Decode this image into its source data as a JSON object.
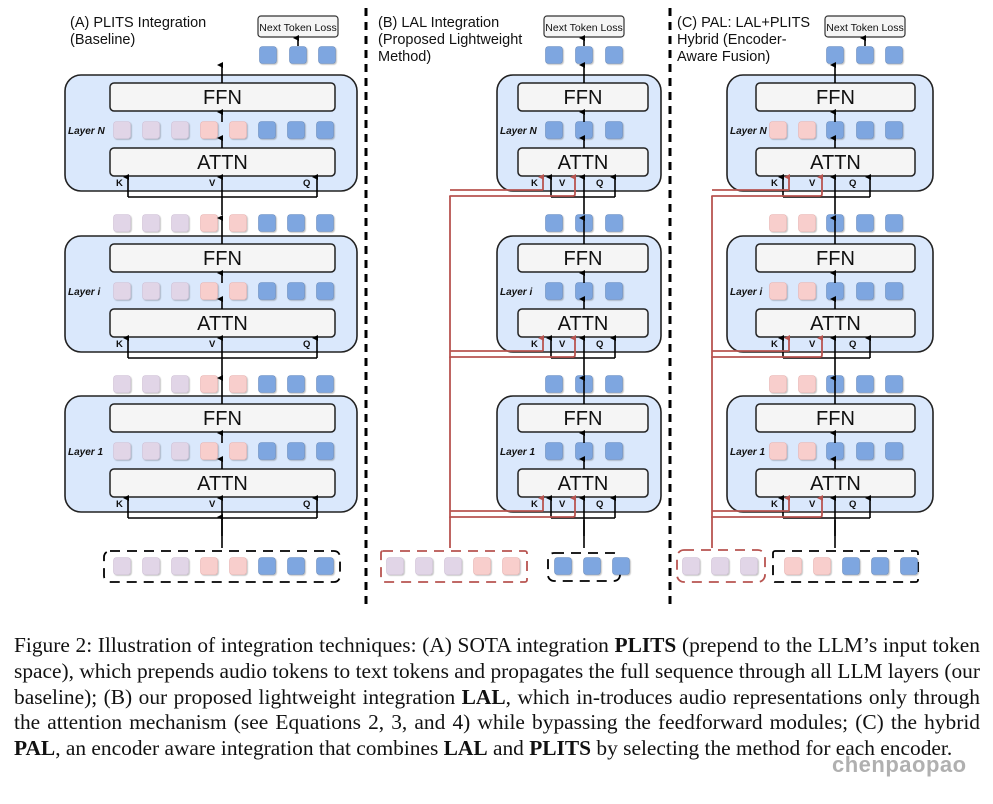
{
  "figure": {
    "panels": [
      {
        "id": "A",
        "title_lines": [
          "(A) PLITS Integration",
          "(Baseline)"
        ],
        "loss_label": "Next Token Loss",
        "layers": [
          "Layer N",
          "Layer i",
          "Layer 1"
        ],
        "layer_tokens": [
          "audio1",
          "audio1",
          "audio1",
          "audio2",
          "audio2",
          "text",
          "text",
          "text"
        ],
        "between_tokens": [
          "audio1",
          "audio1",
          "audio1",
          "audio2",
          "audio2",
          "text",
          "text",
          "text"
        ],
        "output_tokens": [
          "text",
          "text",
          "text"
        ],
        "input_groups": [
          {
            "style": "black-dashed",
            "tokens": [
              "audio1",
              "audio1",
              "audio1",
              "audio2",
              "audio2",
              "text",
              "text",
              "text"
            ]
          }
        ],
        "mode": "plits"
      },
      {
        "id": "B",
        "title_lines": [
          "(B) LAL Integration",
          "(Proposed Lightweight",
          "Method)"
        ],
        "loss_label": "Next Token Loss",
        "layers": [
          "Layer N",
          "Layer i",
          "Layer 1"
        ],
        "layer_tokens": [
          "text",
          "text",
          "text"
        ],
        "between_tokens": [
          "text",
          "text",
          "text"
        ],
        "output_tokens": [
          "text",
          "text",
          "text"
        ],
        "input_groups": [
          {
            "style": "red-dashed",
            "tokens": [
              "audio1",
              "audio1",
              "audio1",
              "audio2",
              "audio2"
            ]
          },
          {
            "style": "black-dashed",
            "tokens": [
              "text",
              "text",
              "text"
            ]
          }
        ],
        "mode": "lal"
      },
      {
        "id": "C",
        "title_lines": [
          "(C) PAL: LAL+PLITS",
          "Hybrid  (Encoder-",
          "Aware Fusion)"
        ],
        "loss_label": "Next Token Loss",
        "layers": [
          "Layer N",
          "Layer i",
          "Layer 1"
        ],
        "layer_tokens": [
          "audio2",
          "audio2",
          "text",
          "text",
          "text"
        ],
        "between_tokens": [
          "audio2",
          "audio2",
          "text",
          "text",
          "text"
        ],
        "output_tokens": [
          "text",
          "text",
          "text"
        ],
        "input_groups": [
          {
            "style": "red-dashed",
            "tokens": [
              "audio1",
              "audio1",
              "audio1"
            ]
          },
          {
            "style": "black-dashed",
            "tokens": [
              "audio2",
              "audio2",
              "text",
              "text",
              "text"
            ]
          }
        ],
        "mode": "pal"
      }
    ],
    "block_labels": {
      "ffn": "FFN",
      "attn": "ATTN",
      "k": "K",
      "v": "V",
      "q": "Q"
    },
    "colors": {
      "audio1": "#e1d5e7",
      "audio2": "#f8cecc",
      "text": "#7ea6e0",
      "layer_bg": "#dae8fc",
      "block_bg": "#f5f5f5",
      "lal_line": "#b85450",
      "separator": "#000000"
    }
  },
  "caption": {
    "segments": [
      {
        "text": "Figure 2: Illustration of integration techniques: (A) SOTA integration ",
        "bold": false
      },
      {
        "text": "PLITS",
        "bold": true
      },
      {
        "text": " (prepend to the LLM’s input token space), which prepends audio tokens to text tokens and propagates the full sequence through all LLM layers (our baseline); (B) our proposed lightweight integration ",
        "bold": false
      },
      {
        "text": "LAL",
        "bold": true
      },
      {
        "text": ", which in-troduces audio representations only through the attention mechanism (see Equations 2, 3, and 4) while bypassing the feedforward modules; (C) the hybrid ",
        "bold": false
      },
      {
        "text": "PAL",
        "bold": true
      },
      {
        "text": ", an encoder aware integration that combines ",
        "bold": false
      },
      {
        "text": "LAL",
        "bold": true
      },
      {
        "text": " and ",
        "bold": false
      },
      {
        "text": "PLITS",
        "bold": true
      },
      {
        "text": " by selecting the method for each encoder.",
        "bold": false
      }
    ]
  },
  "watermark": "chenpaopao"
}
